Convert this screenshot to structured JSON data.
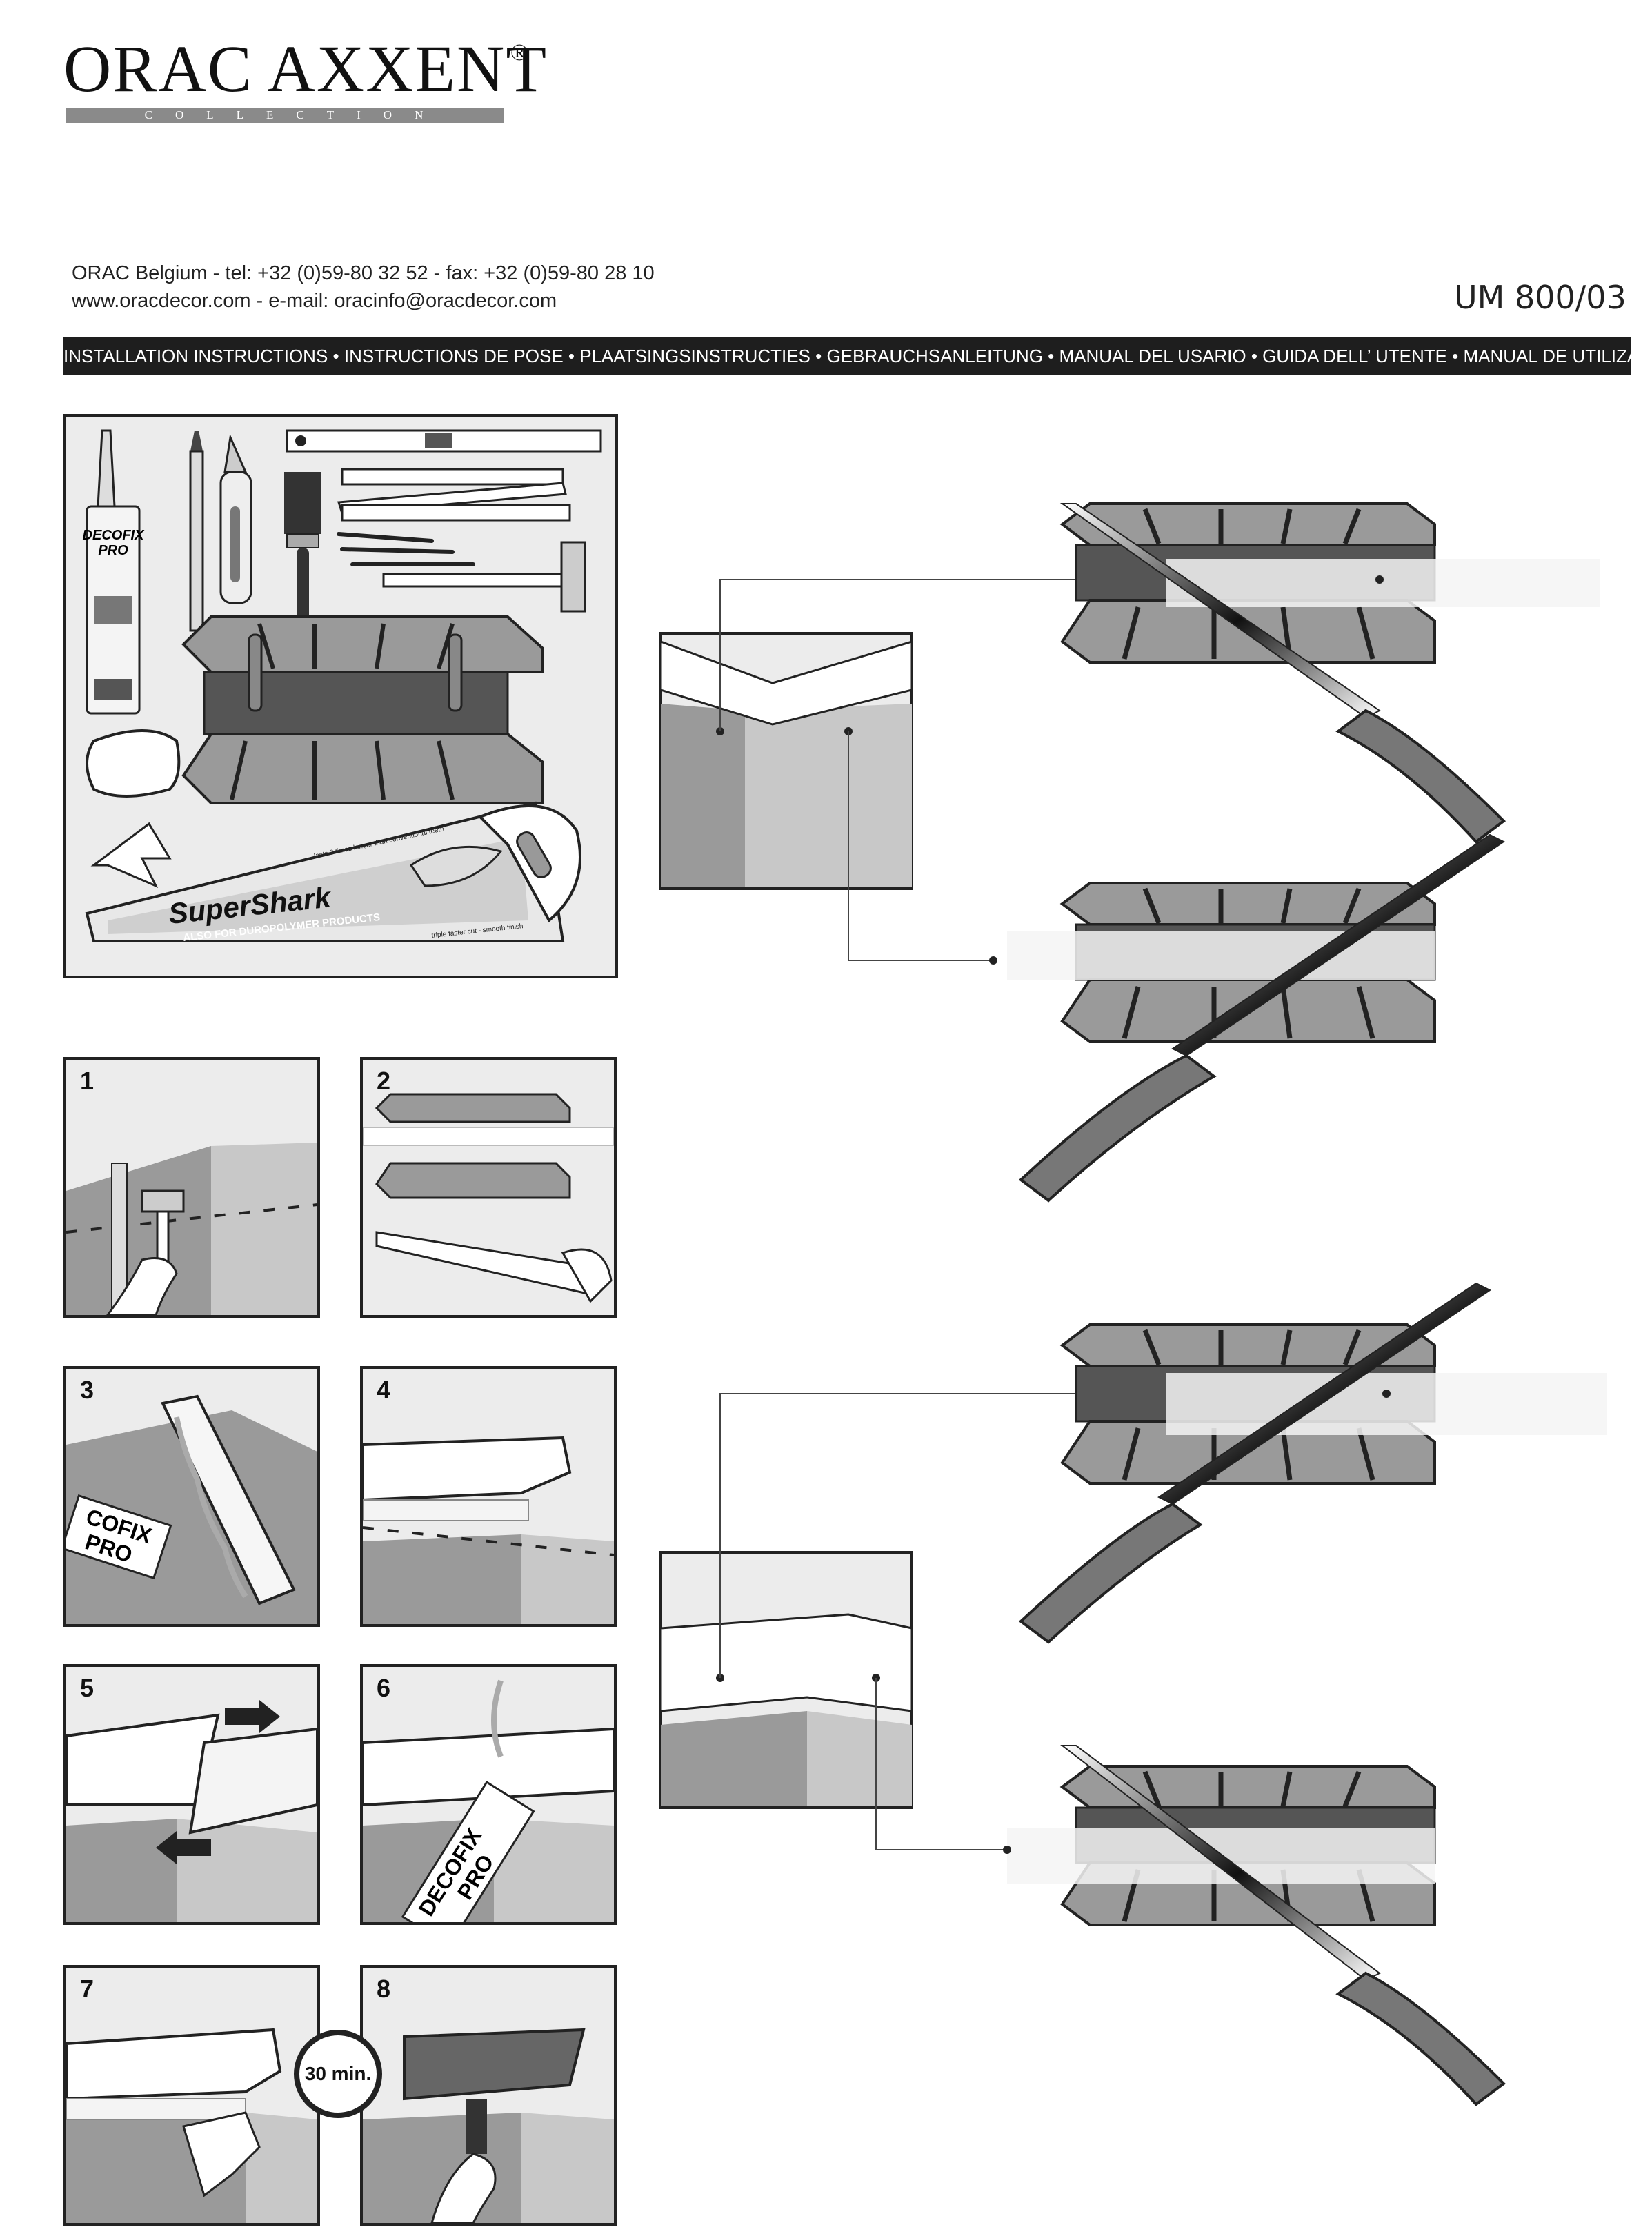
{
  "logo": {
    "brand": "ORAC AXXENT",
    "registered": "®",
    "collection": "COLLECTION"
  },
  "contact": {
    "line1": "ORAC Belgium - tel: +32 (0)59-80 32 52 - fax: +32 (0)59-80 28 10",
    "line2": "www.oracdecor.com - e-mail: oracinfo@oracdecor.com"
  },
  "doc_code": "UM 800/03",
  "instructions_band": "INSTALLATION INSTRUCTIONS •  INSTRUCTIONS DE POSE • PLAATSINGSINSTRUCTIES • GEBRAUCHSANLEITUNG • MANUAL DEL USARIO • GUIDA DELL’ UTENTE • MANUAL DE UTILIZAÇÃO",
  "tools_panel": {
    "adhesive_tube_label_1": "DECOFIX",
    "adhesive_tube_label_2": "PRO",
    "saw_brand": "SuperShark",
    "saw_tagline": "ALSO FOR DUROPOLYMER PRODUCTS",
    "saw_small_text": "lasts 3 times longer than conventional teeth",
    "saw_small_text_2": "triple faster cut - smooth finish"
  },
  "steps": [
    {
      "number": "1"
    },
    {
      "number": "2"
    },
    {
      "number": "3",
      "glue_label_1": "COFIX",
      "glue_label_2": "PRO"
    },
    {
      "number": "4"
    },
    {
      "number": "5"
    },
    {
      "number": "6",
      "glue_label_1": "DECOFIX",
      "glue_label_2": "PRO"
    },
    {
      "number": "7"
    },
    {
      "number": "8",
      "timer_label": "30 min."
    }
  ],
  "colors": {
    "panel_bg": "#ececec",
    "wall_dark": "#9a9a9a",
    "wall_light": "#c8c8c8",
    "band": "#1e1e1e"
  }
}
